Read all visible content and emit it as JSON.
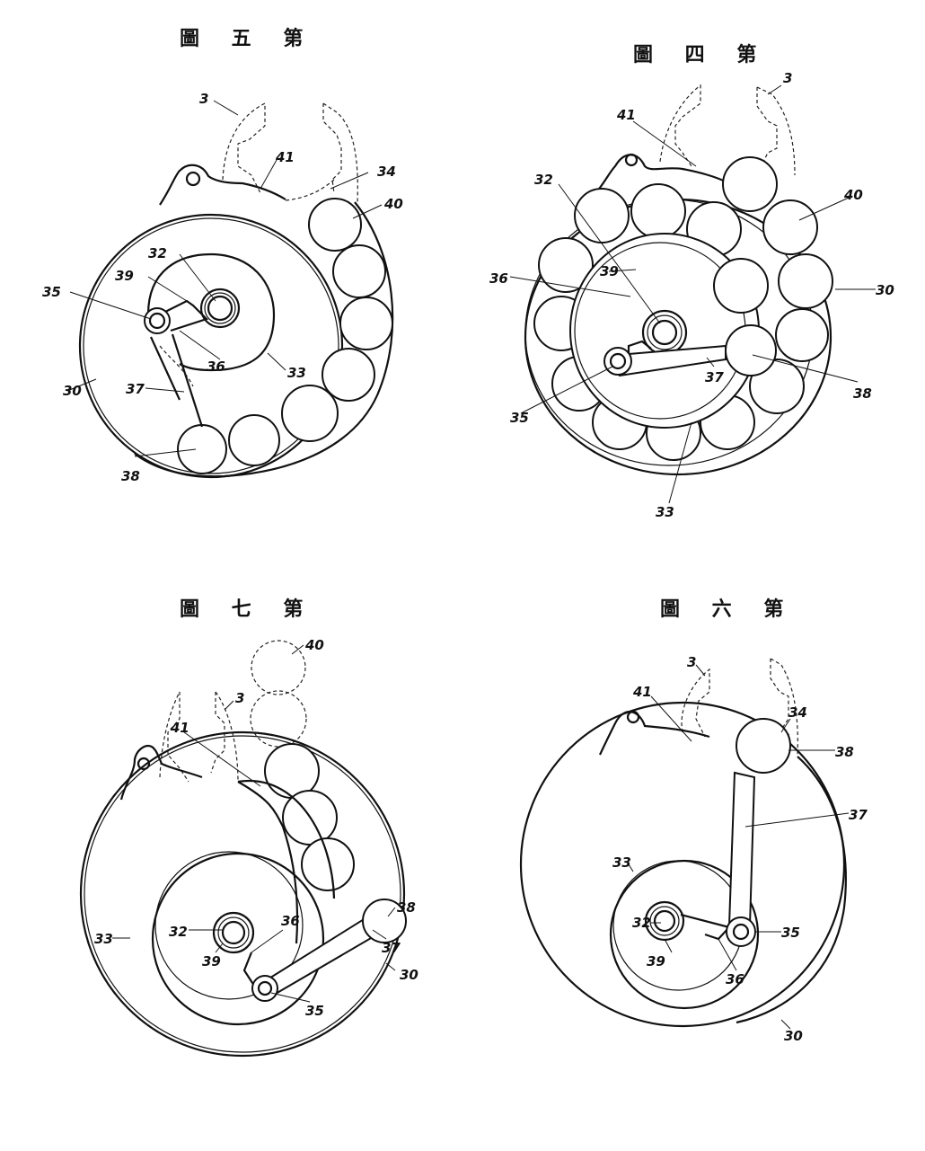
{
  "figures": [
    {
      "title": "圖 五 第",
      "labels": [
        "3",
        "41",
        "34",
        "40",
        "32",
        "39",
        "35",
        "36",
        "33",
        "30",
        "37",
        "38"
      ]
    },
    {
      "title": "圖 四 第",
      "labels": [
        "3",
        "41",
        "32",
        "40",
        "39",
        "36",
        "30",
        "37",
        "38",
        "35",
        "33"
      ]
    },
    {
      "title": "圖 七 第",
      "labels": [
        "40",
        "3",
        "41",
        "32",
        "36",
        "38",
        "39",
        "33",
        "37",
        "35",
        "30"
      ]
    },
    {
      "title": "圖 六 第",
      "labels": [
        "3",
        "41",
        "34",
        "38",
        "37",
        "33",
        "32",
        "35",
        "39",
        "36",
        "30"
      ]
    }
  ]
}
